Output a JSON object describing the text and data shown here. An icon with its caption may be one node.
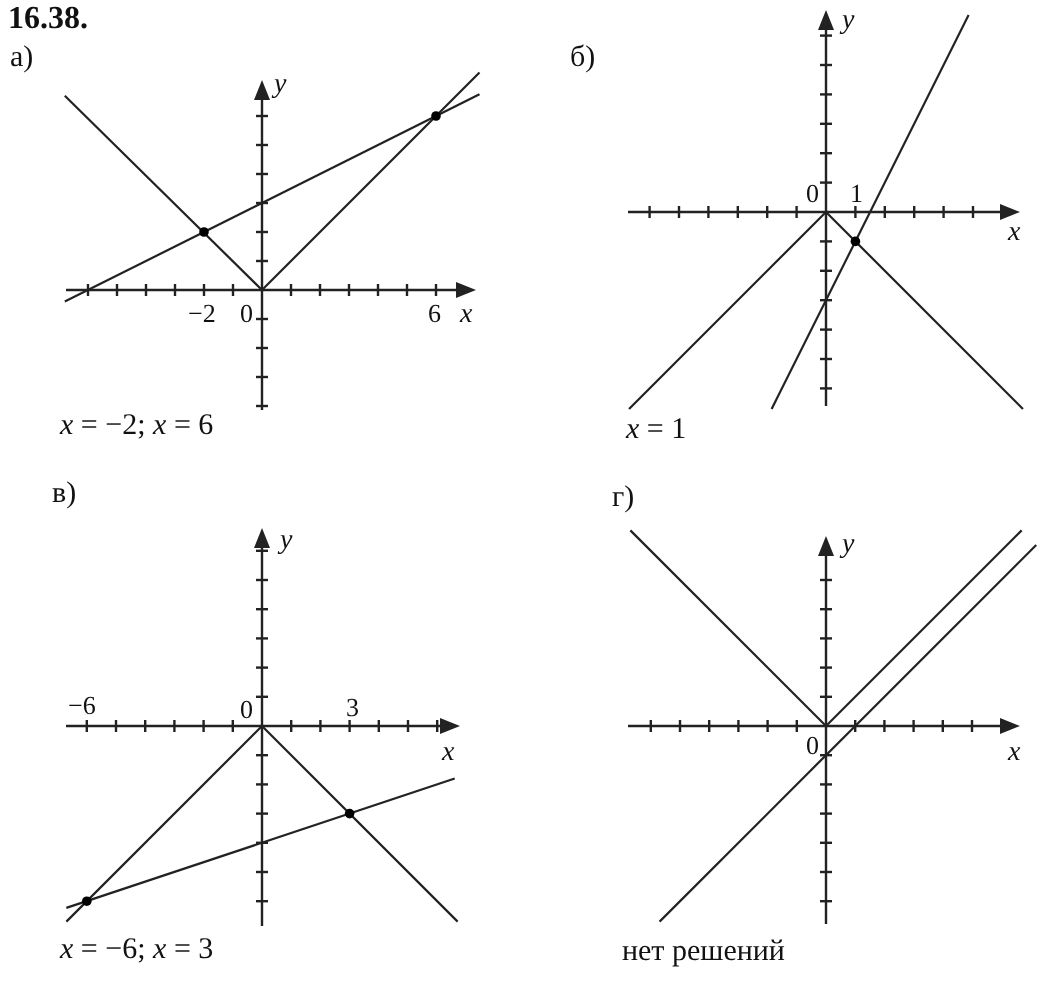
{
  "diagram": {
    "title": "16.38.",
    "labels": [
      "а)",
      "y",
      "−2",
      "0",
      "6",
      "x",
      "*x* = −2; *x* = 6",
      "б)",
      "y",
      "0",
      "1",
      "x",
      "*x* = 1",
      "в)",
      "y",
      "−6",
      "0",
      "3",
      "x",
      "*x* = −6; *x* = 3",
      "г)",
      "y",
      "0",
      "x",
      "нет решений"
    ]
  }
}
